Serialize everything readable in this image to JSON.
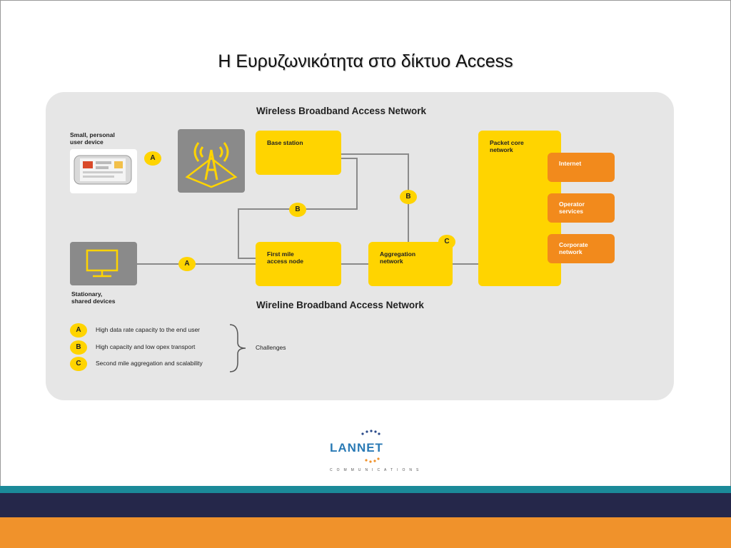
{
  "slide": {
    "title": "Η Ευρυζωνικότητα στο δίκτυο Access"
  },
  "diagram": {
    "wireless_heading": "Wireless Broadband Access Network",
    "wireline_heading": "Wireline Broadband Access Network",
    "small_device_label": "Small, personal\nuser device",
    "stationary_label": "Stationary,\nshared devices",
    "base_station": "Base station",
    "first_mile": "First mile\naccess node",
    "aggregation": "Aggregation\nnetwork",
    "packet_core": "Packet core\nnetwork",
    "internet": "Internet",
    "operator_services": "Operator\nservices",
    "corporate_network": "Corporate\nnetwork",
    "badges": {
      "a": "A",
      "b": "B",
      "c": "C"
    },
    "legend": [
      {
        "key": "A",
        "text": "High data rate capacity to the end user"
      },
      {
        "key": "B",
        "text": "High capacity and low opex transport"
      },
      {
        "key": "C",
        "text": "Second mile aggregation and scalability"
      }
    ],
    "challenges": "Challenges"
  },
  "logo": {
    "word": "LANNET",
    "sub": "COMMUNICATIONS"
  },
  "colors": {
    "yellow": "#ffd400",
    "orange": "#f28a1c",
    "panel_gray": "#e6e6e6",
    "device_gray": "#8a8a8a",
    "teal_band": "#1b8a99",
    "navy_band": "#25274a",
    "orange_band": "#f0922b"
  }
}
